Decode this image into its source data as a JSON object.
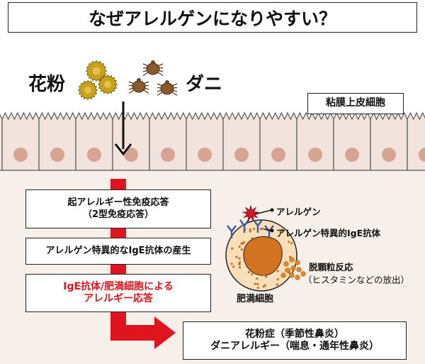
{
  "title": "なぜアレルゲンになりやすい？",
  "labels": {
    "pollen": "花粉",
    "mite": "ダニ",
    "mucosa": "粘膜上皮細胞",
    "allergen": "アレルゲン",
    "ige_antibody": "アレルゲン特異的IgE抗体",
    "mast_cell": "肥満細胞",
    "degranulation_line1": "脱顆粒反応",
    "degranulation_line2": "（ヒスタミンなどの放出）"
  },
  "flow": [
    {
      "line1": "起アレルギー性免疫応答",
      "line2": "（2型免疫応答）"
    },
    {
      "line1": "アレルゲン特異的なIgE抗体の産生"
    },
    {
      "line1": "IgE抗体/肥満細胞による",
      "line2": "アレルギー応答"
    }
  ],
  "result": {
    "line1": "花粉症（季節性鼻炎）",
    "line2": "ダニアレルギー（喘息・通年性鼻炎）"
  },
  "colors": {
    "flow_red": "#e0141e",
    "cell_fill": "#f2e4dc",
    "nucleus_fill": "#d7a493",
    "tissue_fill": "#f7efe9",
    "pollen_fill": "#c9a21b",
    "mite_fill": "#8a5a2f",
    "mast_cell_fill": "#f6dfb9",
    "mast_nucleus_fill": "#d2741f",
    "allergen_fill": "#d9132a",
    "antibody_blue": "#3a5aa8"
  }
}
